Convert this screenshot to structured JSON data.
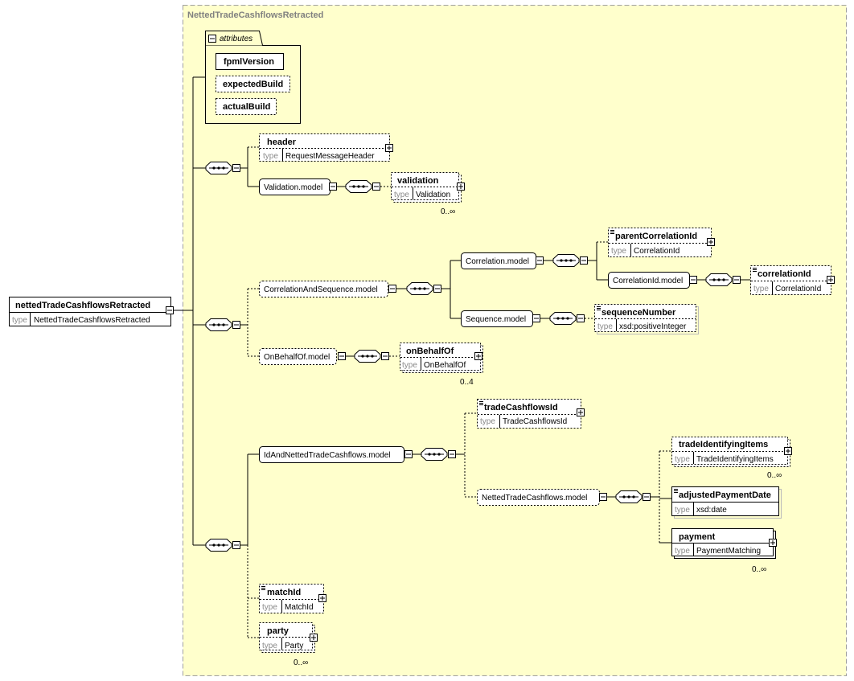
{
  "complex_type": {
    "title": "NettedTradeCashflowsRetracted"
  },
  "root": {
    "name": "nettedTradeCashflowsRetracted",
    "type_key": "type",
    "type_value": "NettedTradeCashflowsRetracted"
  },
  "attributes": {
    "label": "attributes",
    "items": [
      {
        "name": "fpmlVersion",
        "optional": false
      },
      {
        "name": "expectedBuild",
        "optional": true
      },
      {
        "name": "actualBuild",
        "optional": true
      }
    ]
  },
  "elements": {
    "header": {
      "name": "header",
      "type_key": "type",
      "type_value": "RequestMessageHeader"
    },
    "validation": {
      "name": "validation",
      "type_key": "type",
      "type_value": "Validation",
      "occurs": "0..∞"
    },
    "parentCorrelationId": {
      "name": "parentCorrelationId",
      "type_key": "type",
      "type_value": "CorrelationId"
    },
    "correlationId": {
      "name": "correlationId",
      "type_key": "type",
      "type_value": "CorrelationId"
    },
    "sequenceNumber": {
      "name": "sequenceNumber",
      "type_key": "type",
      "type_value": "xsd:positiveInteger"
    },
    "onBehalfOf": {
      "name": "onBehalfOf",
      "type_key": "type",
      "type_value": "OnBehalfOf",
      "occurs": "0..4"
    },
    "tradeCashflowsId": {
      "name": "tradeCashflowsId",
      "type_key": "type",
      "type_value": "TradeCashflowsId"
    },
    "tradeIdentifyingItems": {
      "name": "tradeIdentifyingItems",
      "type_key": "type",
      "type_value": "TradeIdentifyingItems",
      "occurs": "0..∞"
    },
    "adjustedPaymentDate": {
      "name": "adjustedPaymentDate",
      "type_key": "type",
      "type_value": "xsd:date"
    },
    "payment": {
      "name": "payment",
      "type_key": "type",
      "type_value": "PaymentMatching",
      "occurs": "0..∞"
    },
    "matchId": {
      "name": "matchId",
      "type_key": "type",
      "type_value": "MatchId"
    },
    "party": {
      "name": "party",
      "type_key": "type",
      "type_value": "Party",
      "occurs": "0..∞"
    }
  },
  "groups": {
    "validation_model": "Validation.model",
    "correlation_and_sequence_model": "CorrelationAndSequence.model",
    "correlation_model": "Correlation.model",
    "correlation_id_model": "CorrelationId.model",
    "sequence_model": "Sequence.model",
    "on_behalf_of_model": "OnBehalfOf.model",
    "id_and_netted_model": "IdAndNettedTradeCashflows.model",
    "netted_trade_cashflows_model": "NettedTradeCashflows.model"
  },
  "colors": {
    "panel_fill": "#ffffcc",
    "panel_border": "#a0a0a0",
    "title_text": "#808080",
    "box_border": "#000000"
  }
}
